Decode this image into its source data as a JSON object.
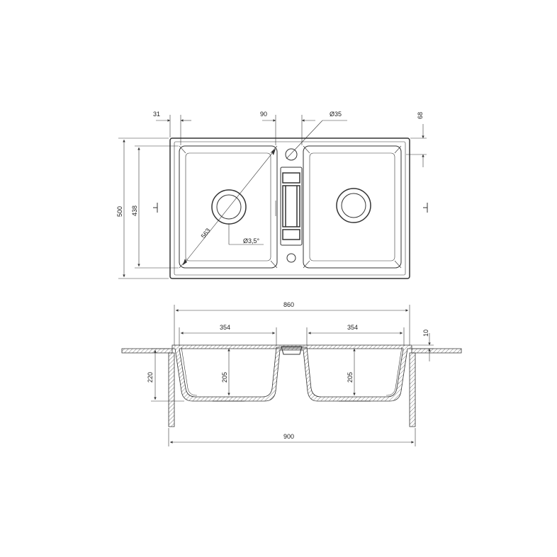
{
  "top_view": {
    "dim_flange_width": "31",
    "dim_center_gap": "90",
    "dim_tap_hole": "Ø35",
    "dim_flange_top": "68",
    "dim_overall_depth": "500",
    "dim_bowl_depth": "438",
    "dim_diagonal": "563",
    "dim_slope": "Ø3,5°"
  },
  "section_view": {
    "dim_inner_width": "860",
    "dim_left_bowl": "354",
    "dim_right_bowl": "354",
    "dim_rim": "10",
    "dim_cabinet_depth": "220",
    "dim_left_bowl_depth": "205",
    "dim_right_bowl_depth": "205",
    "dim_overall_width": "900"
  },
  "colors": {
    "line": "#333333",
    "background": "#ffffff"
  }
}
